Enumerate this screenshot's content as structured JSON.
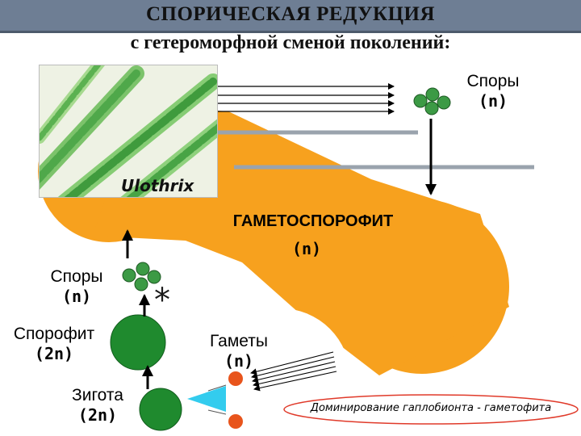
{
  "title": {
    "line1": "СПОРИЧЕСКАЯ РЕДУКЦИЯ",
    "line2": "с гетероморфной сменой поколений:"
  },
  "photo": {
    "caption": "Ulothrix"
  },
  "gametosporophyte": {
    "name": "ГАМЕТОСПОРОФИТ",
    "ploidy": "(n)"
  },
  "spores_top": {
    "name": "Споры",
    "ploidy": "(n)"
  },
  "spores_left": {
    "name": "Споры",
    "ploidy": "(n)"
  },
  "sporophyte": {
    "name": "Спорофит",
    "ploidy": "(2n)"
  },
  "zygote": {
    "name": "Зигота",
    "ploidy": "(2n)"
  },
  "gametes": {
    "name": "Гаметы",
    "ploidy": "(n)"
  },
  "meiosis_mark": "*",
  "dominance_note": "Доминирование гаплобионта - гаметофита",
  "colors": {
    "thallus": "#F7A11E",
    "spore": "#3C9A45",
    "sporophyte": "#1F8A2E",
    "gamete": "#E8541C",
    "accent_cyan": "#33CCEE",
    "title_bar": "#6E7E94"
  }
}
